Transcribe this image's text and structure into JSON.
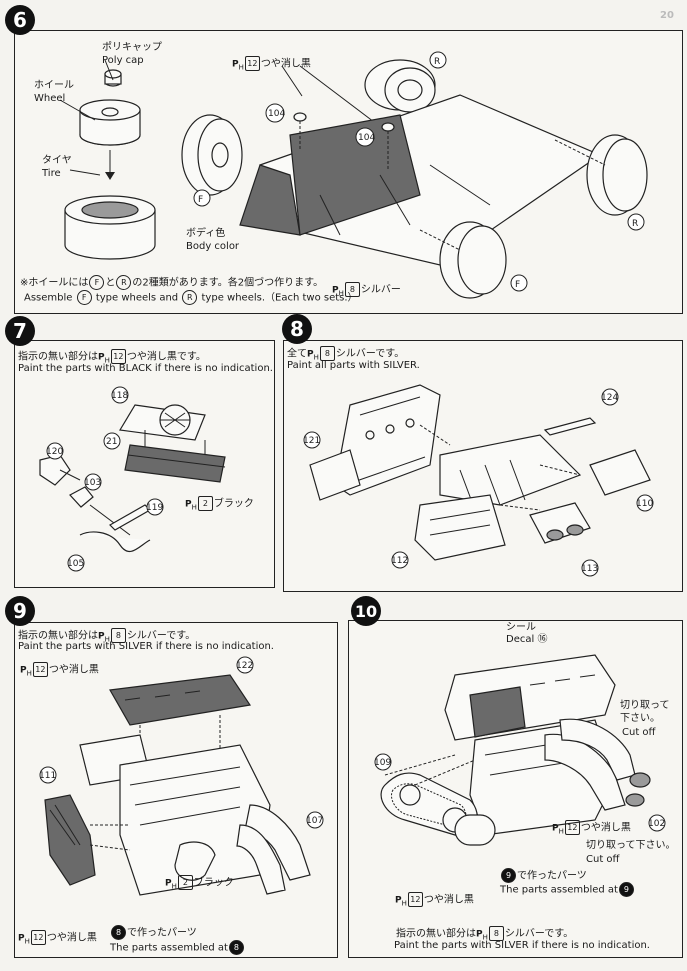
{
  "page_corner_number": "20",
  "step6": {
    "number": "6",
    "polycap_jp": "ポリキャップ",
    "polycap_en": "Poly cap",
    "wheel_jp": "ホイール",
    "wheel_en": "Wheel",
    "tire_jp": "タイヤ",
    "tire_en": "Tire",
    "paint_top": "P",
    "paint_top_sub": "H",
    "paint_top_num": "12",
    "paint_top_text": "つや消し黒",
    "part_104a": "104",
    "part_104b": "104",
    "body_jp": "ボディ色",
    "body_en": "Body color",
    "paint_bottom_num": "8",
    "paint_bottom_text": "シルバー",
    "label_F": "F",
    "label_R": "R",
    "note_jp_1": "※ホイールには",
    "note_jp_2": "と",
    "note_jp_3": "の2種類があります。各2個づつ作ります。",
    "note_en_1": "Assemble",
    "note_en_2": "type wheels and",
    "note_en_3": "type wheels.（Each two sets.）"
  },
  "step7": {
    "number": "7",
    "instr_jp_1": "指示の無い部分は",
    "instr_jp_num": "12",
    "instr_jp_2": "つや消し黒です。",
    "instr_en": "Paint the parts with BLACK  if there is no indication.",
    "parts": [
      "118",
      "21",
      "120",
      "103",
      "119",
      "105"
    ],
    "paint_num": "2",
    "paint_text": "ブラック"
  },
  "step8": {
    "number": "8",
    "instr_jp_1": "全て",
    "instr_jp_num": "8",
    "instr_jp_2": "シルバーです。",
    "instr_en": "Paint all parts with SILVER.",
    "parts": [
      "124",
      "121",
      "110",
      "112",
      "113"
    ]
  },
  "step9": {
    "number": "9",
    "instr_jp_1": "指示の無い部分は",
    "instr_jp_num": "8",
    "instr_jp_2": "シルバーです。",
    "instr_en": "Paint the parts with SILVER if there is no indication.",
    "paint_top_num": "12",
    "paint_top_text": "つや消し黒",
    "parts": [
      "122",
      "111",
      "107"
    ],
    "paint_mid_num": "2",
    "paint_mid_text": "ブラック",
    "made_jp_num": "8",
    "made_jp": "で作ったパーツ",
    "made_en": "The parts assembled at",
    "made_en_num": "8",
    "paint_bottom_num": "12",
    "paint_bottom_text": "つや消し黒"
  },
  "step10": {
    "number": "10",
    "decal_jp": "シール",
    "decal_en": "Decal",
    "decal_num": "⑯",
    "cutoff_jp_top": "切り取って",
    "cutoff_jp_top2": "下さい。",
    "cutoff_en_top": "Cut off",
    "parts": [
      "109",
      "102"
    ],
    "paint_right_num": "12",
    "paint_right_text": "つや消し黒",
    "cutoff_jp_bottom": "切り取って下さい。",
    "cutoff_en_bottom": "Cut off",
    "paint_left_num": "12",
    "paint_left_text": "つや消し黒",
    "made_jp_num": "9",
    "made_jp": "で作ったパーツ",
    "made_en": "The parts assembled at",
    "made_en_num": "9",
    "instr_jp_1": "指示の無い部分は",
    "instr_jp_num": "8",
    "instr_jp_2": "シルバーです。",
    "instr_en": "Paint the parts with SILVER if there is no indication."
  }
}
